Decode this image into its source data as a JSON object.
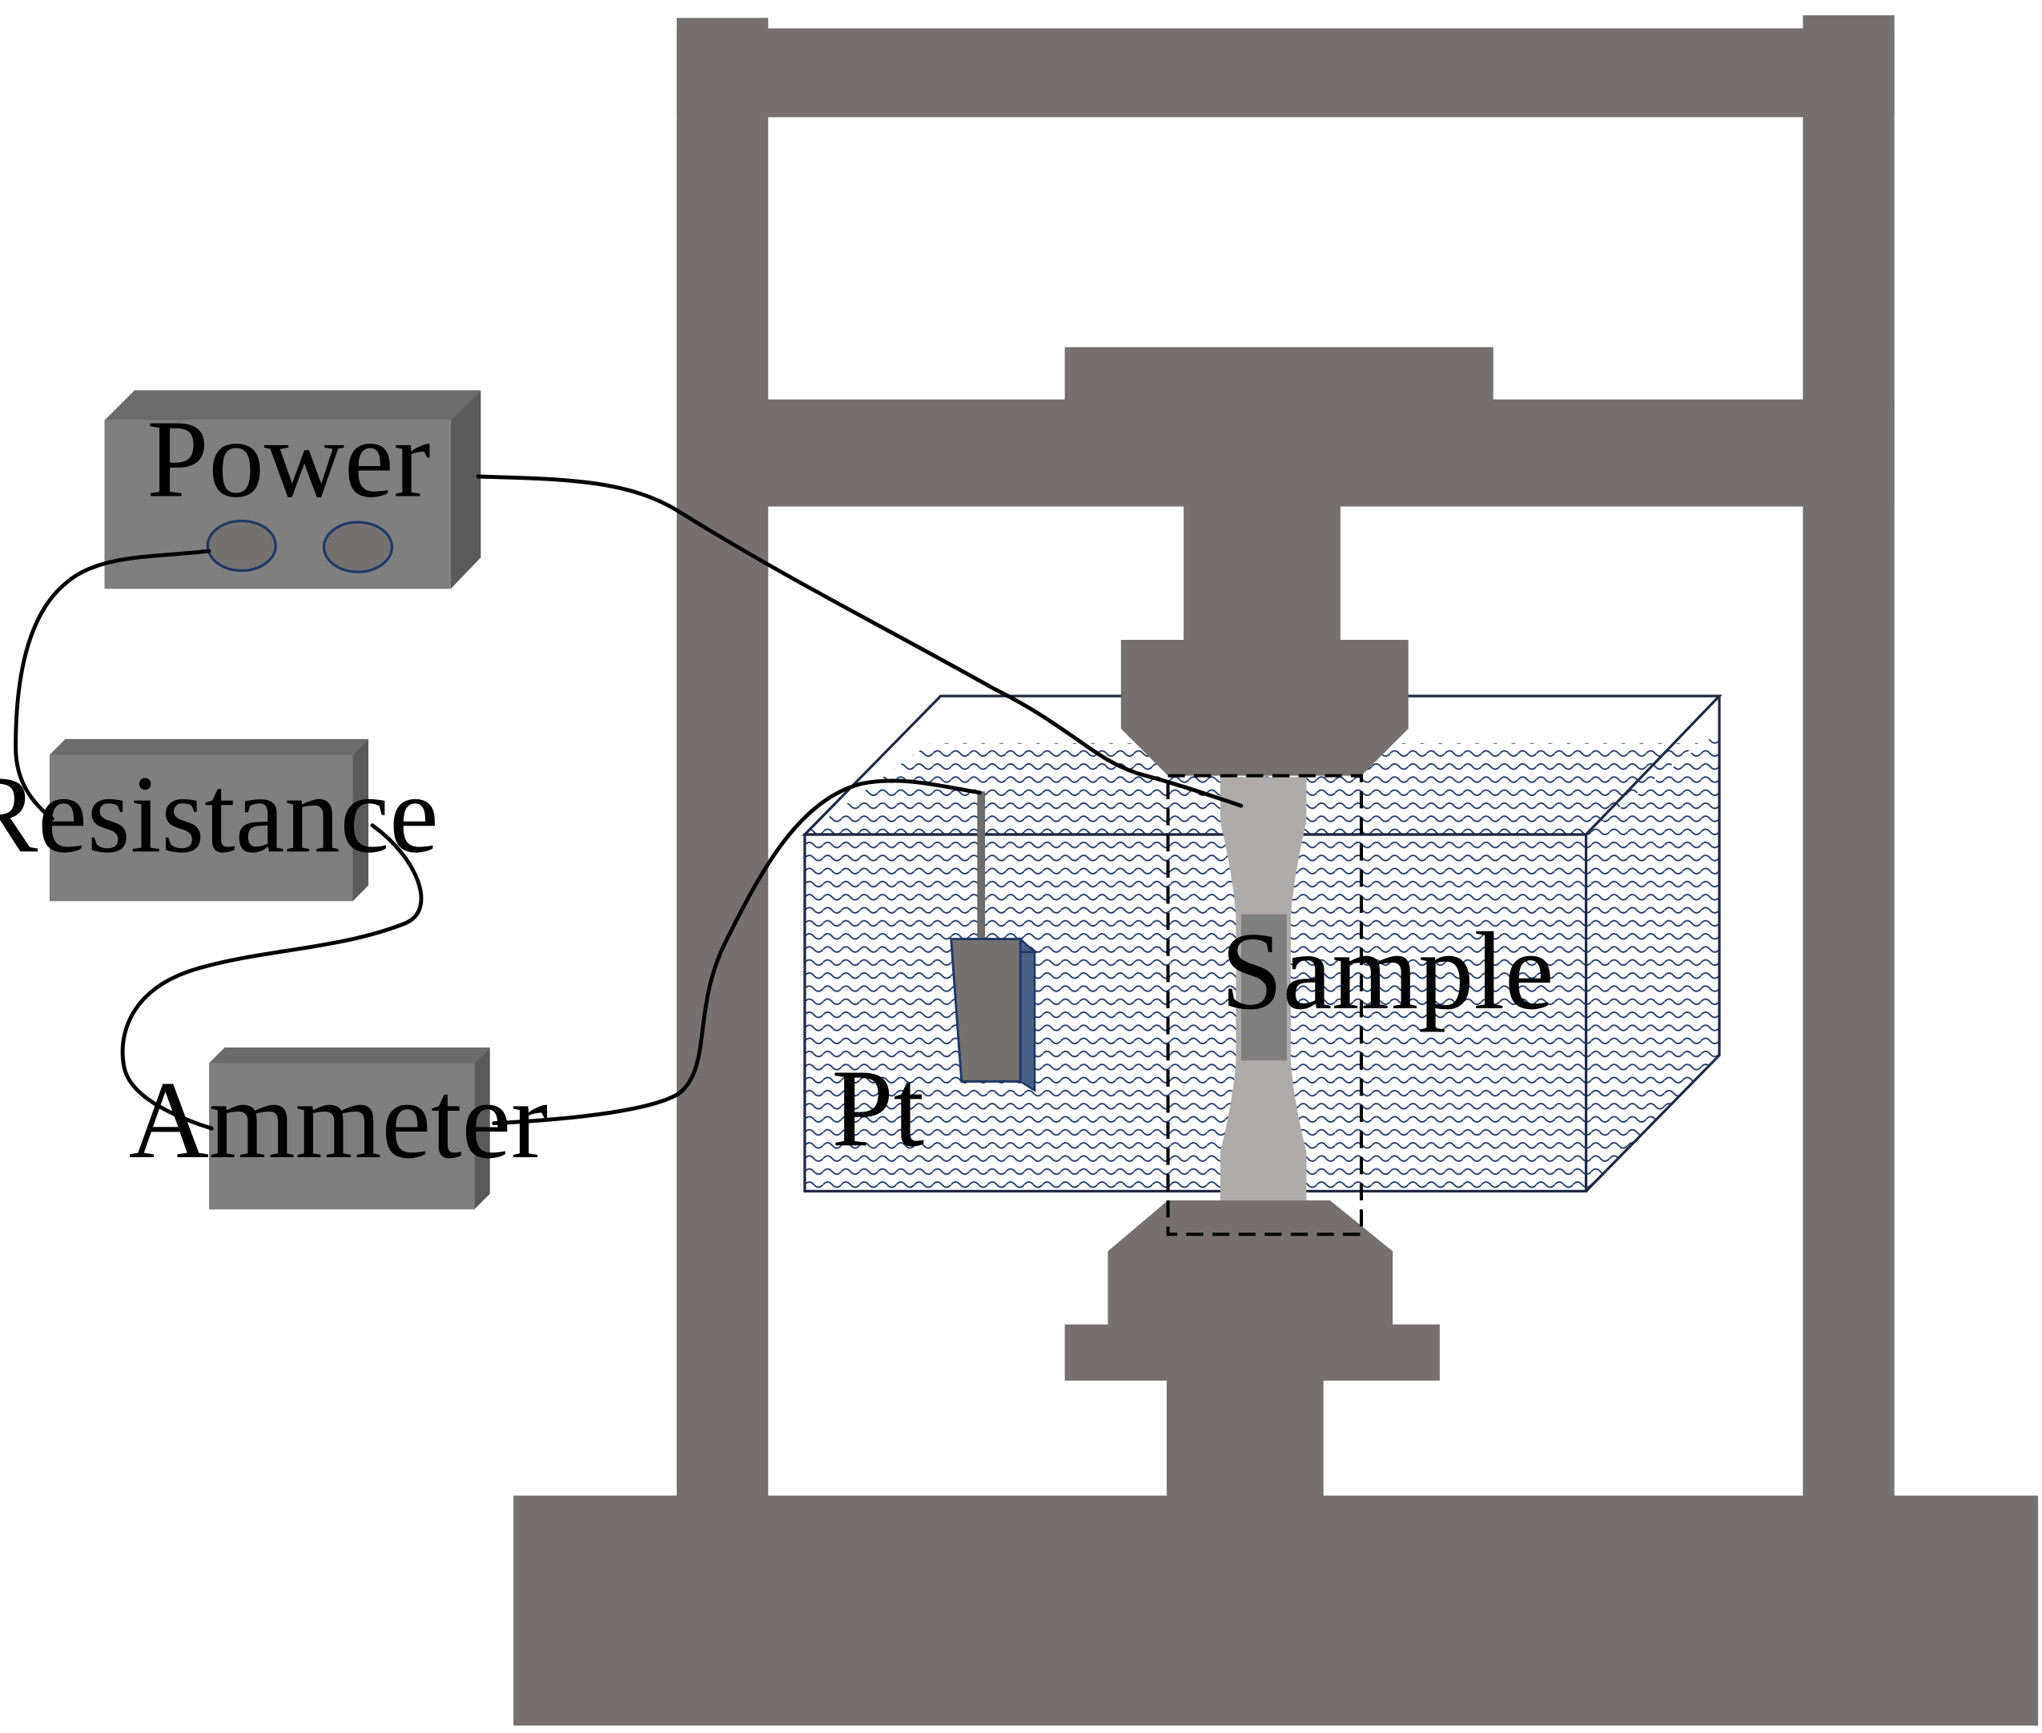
{
  "labels": {
    "power": "Power",
    "resistance": "Resistance",
    "ammeter": "Ammeter",
    "sample": "Sample",
    "electrode": "Pt"
  },
  "colors": {
    "frame": "#767170",
    "box_front": "#7f7f7f",
    "box_top": "#6b6b6b",
    "box_side": "#5a5a5a",
    "knob": "#767171",
    "sample_light": "#afabab",
    "sample_dark": "#7f7f7f",
    "solution_wave": "#1f3864",
    "tank_edge": "#1f2a44",
    "wire": "#000000"
  },
  "icons": {
    "power_knobs": [
      "knob-left-icon",
      "knob-right-icon"
    ],
    "electrode": "platinum-electrode-icon"
  }
}
